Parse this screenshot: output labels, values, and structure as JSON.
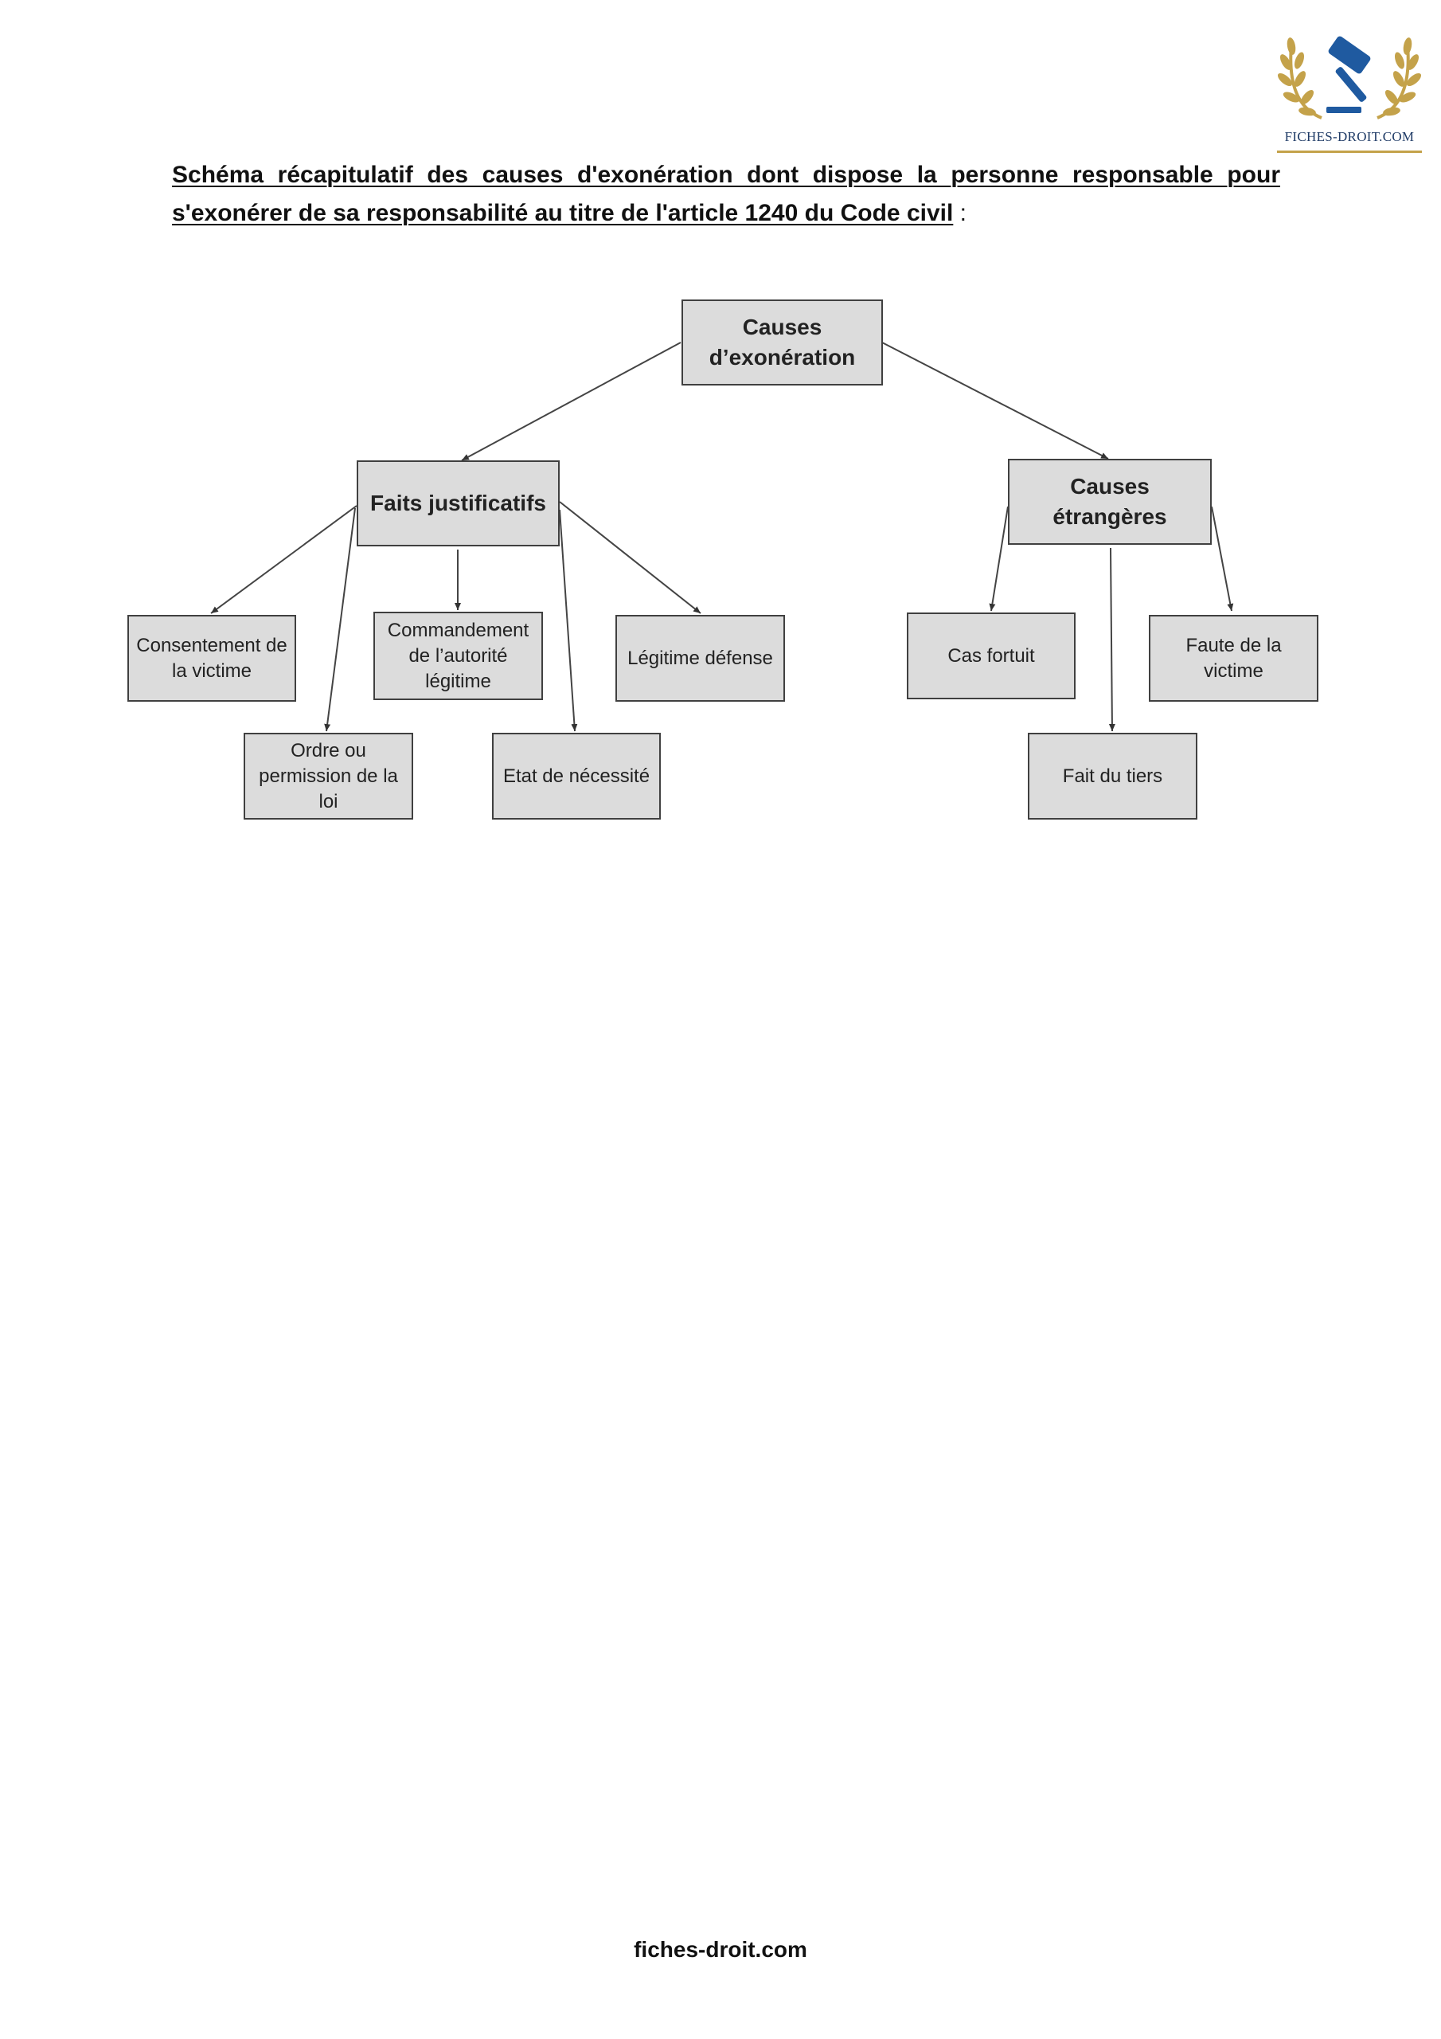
{
  "logo": {
    "text": "FICHES-DROIT.COM",
    "icon": "gavel-laurel-icon",
    "accent": "#c4a24a",
    "brand": "#1f5aa0"
  },
  "heading": {
    "title": "Schéma récapitulatif des causes d'exonération dont dispose la personne responsable pour s'exonérer de sa responsabilité au titre de l'article 1240 du Code civil",
    "suffix": " :"
  },
  "diagram": {
    "root": "Causes d’exonération",
    "faits_justificatifs": {
      "label": "Faits justificatifs",
      "children": [
        "Consentement de la victime",
        "Ordre ou permission de la loi",
        "Commandement de l’autorité légitime",
        "Etat de nécessité",
        "Légitime défense"
      ]
    },
    "causes_etrangeres": {
      "label": "Causes étrangères",
      "children": [
        "Cas fortuit",
        "Fait du tiers",
        "Faute de la victime"
      ]
    }
  },
  "footer": {
    "text": "fiches-droit.com"
  }
}
